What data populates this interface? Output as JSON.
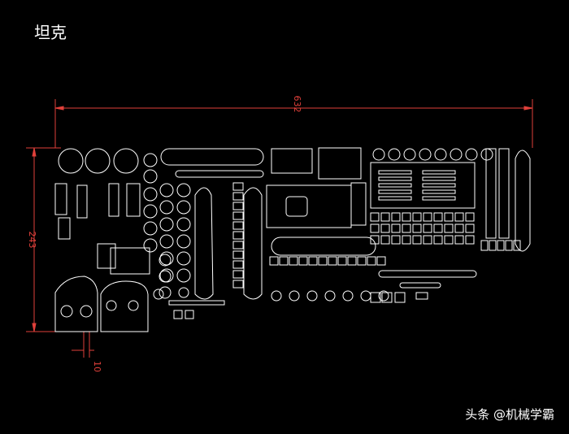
{
  "title": "坦克",
  "dimensions": {
    "width": "632",
    "height": "243",
    "thickness": "10"
  },
  "watermark": "头条 @机械学霸",
  "colors": {
    "background": "#000000",
    "lines": "#ffffff",
    "dimension": "#e0403a"
  }
}
